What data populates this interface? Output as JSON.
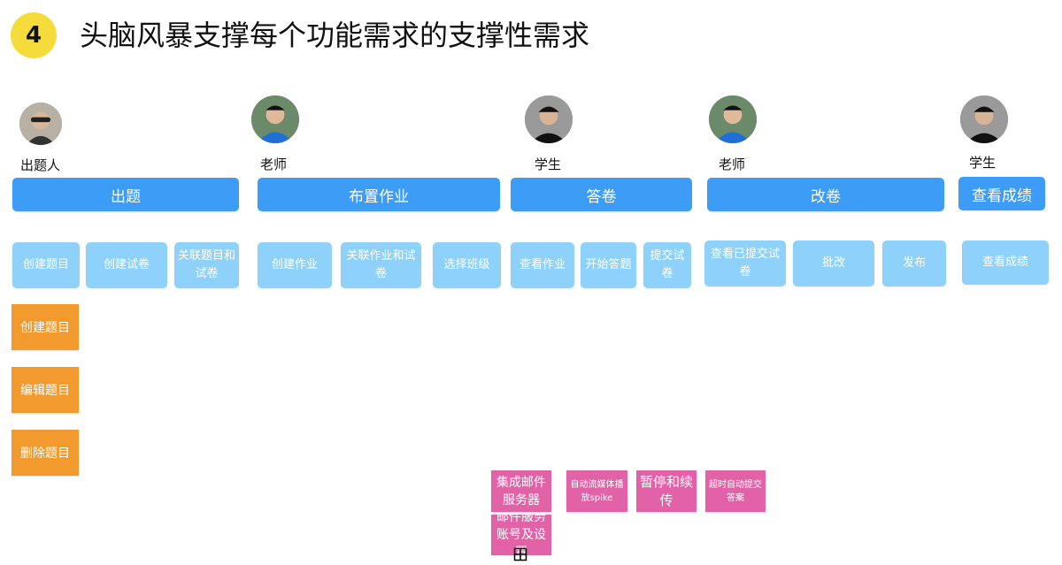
{
  "header": {
    "step_number": "4",
    "title": "头脑风暴支撑每个功能需求的支撑性需求"
  },
  "roles": [
    {
      "avatar": "avatar-question-setter",
      "label": "出题人"
    },
    {
      "avatar": "avatar-teacher",
      "label": "老师"
    },
    {
      "avatar": "avatar-student",
      "label": "学生"
    },
    {
      "avatar": "avatar-teacher",
      "label": "老师"
    },
    {
      "avatar": "avatar-student",
      "label": "学生"
    }
  ],
  "functions": [
    {
      "label": "出题"
    },
    {
      "label": "布置作业"
    },
    {
      "label": "答卷"
    },
    {
      "label": "改卷"
    },
    {
      "label": "查看成绩"
    }
  ],
  "features": [
    {
      "label": "创建题目"
    },
    {
      "label": "创建试卷"
    },
    {
      "label": "关联题目和试卷"
    },
    {
      "label": "创建作业"
    },
    {
      "label": "关联作业和试卷"
    },
    {
      "label": "选择班级"
    },
    {
      "label": "查看作业"
    },
    {
      "label": "开始答题"
    },
    {
      "label": "提交试卷"
    },
    {
      "label": "查看已提交试卷"
    },
    {
      "label": "批改"
    },
    {
      "label": "发布"
    },
    {
      "label": "查看成绩"
    }
  ],
  "supporting_needs_orange": [
    {
      "label": "创建题目"
    },
    {
      "label": "编辑题目"
    },
    {
      "label": "删除题目"
    }
  ],
  "supporting_needs_pink": [
    {
      "label": "集成邮件服务器"
    },
    {
      "label": "邮件服务账号及设置"
    },
    {
      "label": "自动流媒体播放spike"
    },
    {
      "label": "暂停和续传"
    },
    {
      "label": "超时自动提交答案"
    }
  ],
  "colors": {
    "badge": "#f6dc3a",
    "function_box": "#3d9cf5",
    "feature_box": "#8ed2fb",
    "orange_note": "#f39a2f",
    "pink_note": "#e262a8"
  },
  "cursor_icon": "cell-select-cursor-icon"
}
